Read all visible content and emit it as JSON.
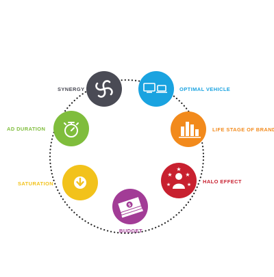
{
  "nodes": [
    {
      "id": "synergy",
      "label": "SYNERGY",
      "color": "#4a4b55",
      "icon": "synergy-swirl-icon"
    },
    {
      "id": "optimal-vehicle",
      "label": "OPTIMAL VEHICLE",
      "color": "#1aa3e0",
      "icon": "devices-icon"
    },
    {
      "id": "life-stage",
      "label": "LIFE STAGE OF BRAND",
      "color": "#f28a1c",
      "icon": "bar-chart-icon"
    },
    {
      "id": "halo-effect",
      "label": "HALO EFFECT",
      "color": "#c8202f",
      "icon": "person-stars-icon"
    },
    {
      "id": "budget",
      "label": "BUDGET",
      "color": "#a23c96",
      "icon": "money-stack-icon"
    },
    {
      "id": "saturation",
      "label": "SATURATION",
      "color": "#f2c21b",
      "icon": "down-arrow-circle-icon"
    },
    {
      "id": "ad-duration",
      "label": "AD DURATION",
      "color": "#7fbd3c",
      "icon": "stopwatch-icon"
    }
  ]
}
